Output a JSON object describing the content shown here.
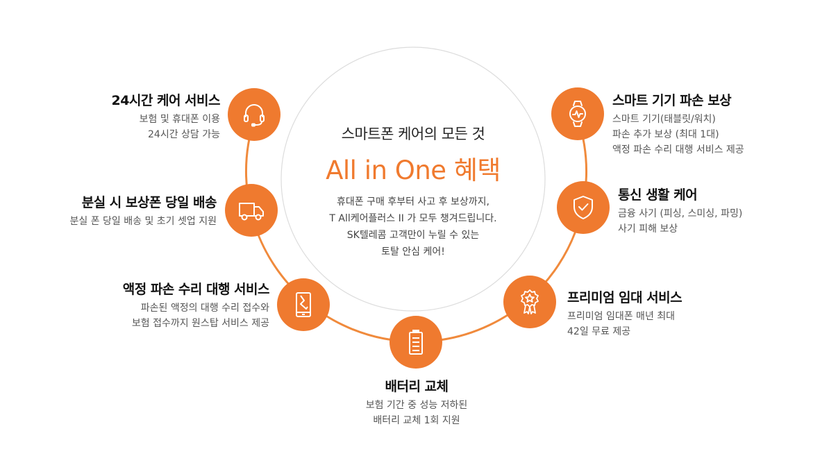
{
  "center": {
    "subtitle": "스마트폰 케어의 모든 것",
    "title": "All in One 혜택",
    "desc": [
      "휴대폰 구매 후부터 사고 후 보상까지,",
      "T All케어플러스 II 가 모두 챙겨드립니다.",
      "SK텔레콤 고객만이 누릴 수 있는",
      "토탈 안심 케어!"
    ]
  },
  "services": {
    "counsel": {
      "title": "24시간 케어 서비스",
      "desc": [
        "보험 및  휴대폰 이용",
        "24시간 상담 가능"
      ],
      "icon": "headset-icon"
    },
    "lost": {
      "title": "분실 시 보상폰 당일 배송",
      "desc": [
        "분실 폰 당일 배송 및 초기 셋업 지원"
      ],
      "icon": "truck-icon"
    },
    "screen": {
      "title": "액정 파손 수리 대행 서비스",
      "desc": [
        "파손된 액정의 대행 수리 접수와",
        "보험 접수까지 원스탑 서비스 제공"
      ],
      "icon": "broken-phone-icon"
    },
    "battery": {
      "title": "배터리 교체",
      "desc": [
        "보험 기간 중 성능 저하된",
        "배터리 교체 1회 지원"
      ],
      "icon": "battery-icon"
    },
    "rental": {
      "title": "프리미엄 임대 서비스",
      "desc": [
        "프리미엄 임대폰 매년 최대",
        "42일 무료 제공"
      ],
      "icon": "badge-icon"
    },
    "telecom": {
      "title": "통신 생활 케어",
      "desc": [
        "금융 사기 (피싱, 스미싱, 파밍)",
        "사기 피해 보상"
      ],
      "icon": "shield-icon"
    },
    "smart": {
      "title": "스마트 기기 파손 보상",
      "desc": [
        "스마트 기기(태블릿/워치)",
        "파손 추가 보상 (최대 1대)",
        "액정 파손 수리 대행 서비스 제공"
      ],
      "icon": "watch-icon"
    }
  },
  "colors": {
    "accent": "#ef7a2f",
    "ring": "#f08a3c",
    "center_circle": "#dddddd"
  }
}
